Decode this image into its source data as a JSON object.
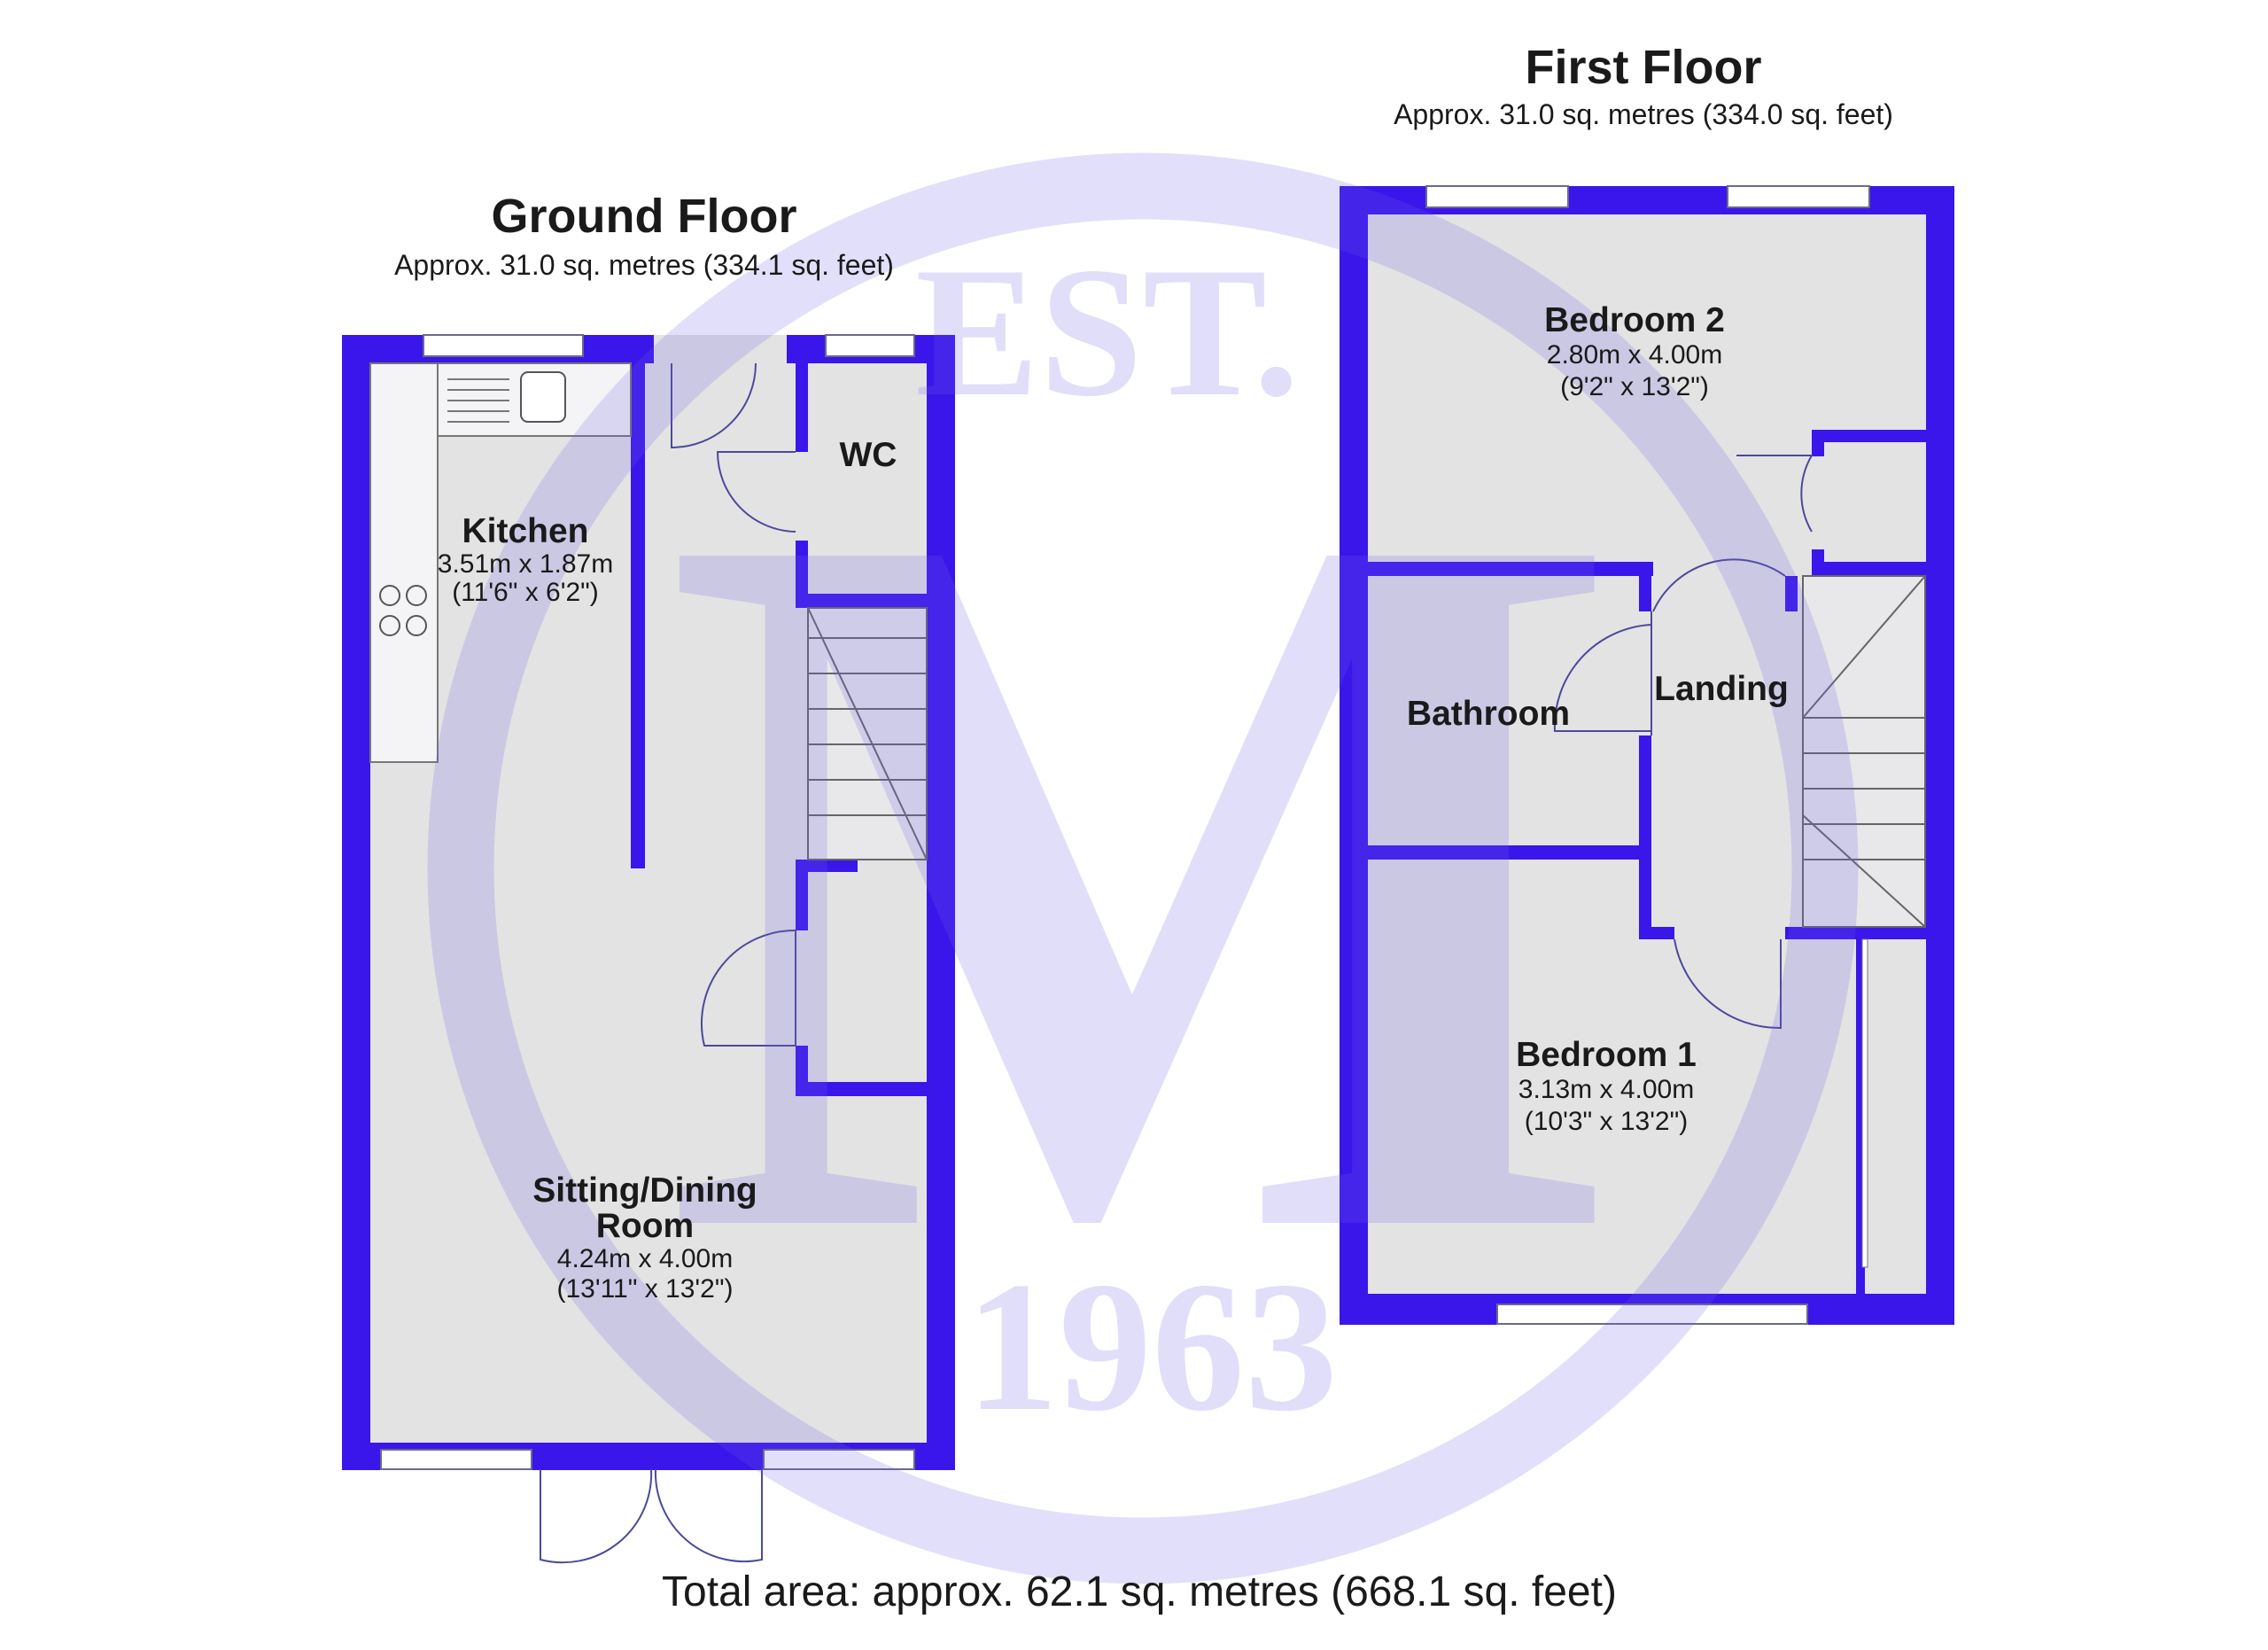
{
  "ground_floor": {
    "title": "Ground Floor",
    "area": "Approx. 31.0 sq. metres (334.1 sq. feet)",
    "rooms": {
      "kitchen": {
        "name": "Kitchen",
        "metric": "3.51m x 1.87m",
        "imperial": "(11'6\" x 6'2\")"
      },
      "wc": {
        "name": "WC"
      },
      "sitting": {
        "name_line1": "Sitting/Dining",
        "name_line2": "Room",
        "metric": "4.24m x 4.00m",
        "imperial": "(13'11\" x 13'2\")"
      }
    }
  },
  "first_floor": {
    "title": "First Floor",
    "area": "Approx. 31.0 sq. metres (334.0 sq. feet)",
    "rooms": {
      "bedroom2": {
        "name": "Bedroom 2",
        "metric": "2.80m x 4.00m",
        "imperial": "(9'2\" x 13'2\")"
      },
      "bathroom": {
        "name": "Bathroom"
      },
      "landing": {
        "name": "Landing"
      },
      "bedroom1": {
        "name": "Bedroom 1",
        "metric": "3.13m x 4.00m",
        "imperial": "(10'3\" x 13'2\")"
      }
    }
  },
  "total_area": "Total area: approx. 62.1 sq. metres (668.1 sq. feet)",
  "watermark": {
    "top": "EST.",
    "bottom": "1963",
    "letter": "M"
  },
  "colors": {
    "wall": "#3a16ea",
    "floor": "#e3e3e4",
    "watermark": "#7060e8"
  }
}
